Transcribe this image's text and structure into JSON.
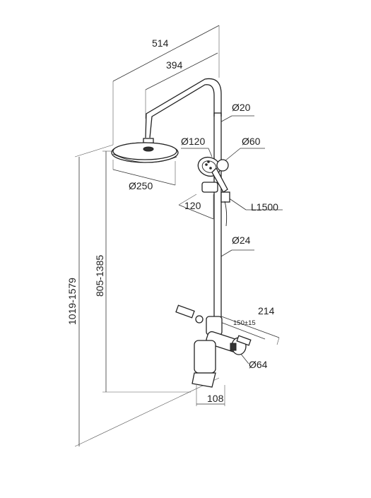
{
  "dimensions": {
    "total_width": "514",
    "arm_reach": "394",
    "pipe_diameter_top": "Ø20",
    "hand_shower_diameter": "Ø120",
    "holder_diameter": "Ø60",
    "head_diameter": "Ø250",
    "holder_offset": "120",
    "hose_length": "L1500",
    "pipe_diameter": "Ø24",
    "height_range_inner": "805-1385",
    "height_range_outer": "1019-1579",
    "mixer_depth": "214",
    "connection_spacing": "150±15",
    "handle_diameter": "Ø64",
    "spout_length": "108"
  }
}
